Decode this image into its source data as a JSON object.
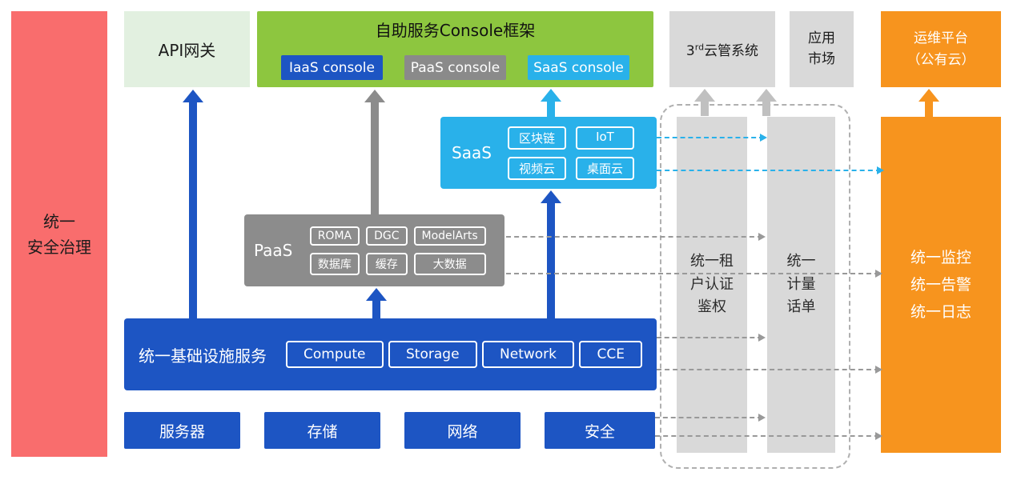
{
  "colors": {
    "red": "#f96d6d",
    "light_green": "#e2f0e0",
    "green": "#8dc63f",
    "blue": "#1d55c3",
    "gray": "#8c8c8c",
    "light_gray": "#d9d9d9",
    "cyan": "#29b1ea",
    "orange": "#f7941e"
  },
  "security_bar": {
    "label": "统一\n安全治理"
  },
  "api_gateway": {
    "label": "API网关"
  },
  "console": {
    "title": "自助服务Console框架",
    "iaas": "IaaS console",
    "paas": "PaaS console",
    "saas": "SaaS console"
  },
  "third_cloud": {
    "prefix": "3",
    "sup": "rd",
    "suffix": "云管系统"
  },
  "app_market": {
    "label": "应用\n市场"
  },
  "om_platform": {
    "label": "运维平台\n（公有云）"
  },
  "saas": {
    "label": "SaaS",
    "items": [
      "区块链",
      "IoT",
      "视频云",
      "桌面云"
    ]
  },
  "paas": {
    "label": "PaaS",
    "items": [
      "ROMA",
      "DGC",
      "ModelArts",
      "数据库",
      "缓存",
      "大数据"
    ]
  },
  "iaas": {
    "label": "统一基础设施服务",
    "items": [
      "Compute",
      "Storage",
      "Network",
      "CCE"
    ]
  },
  "hardware": {
    "items": [
      "服务器",
      "存储",
      "网络",
      "安全"
    ]
  },
  "auth_pillar": {
    "label": "统一租\n户认证\n鉴权"
  },
  "metering_pillar": {
    "label": "统一\n计量\n话单"
  },
  "monitoring": {
    "label": "统一监控\n统一告警\n统一日志"
  }
}
